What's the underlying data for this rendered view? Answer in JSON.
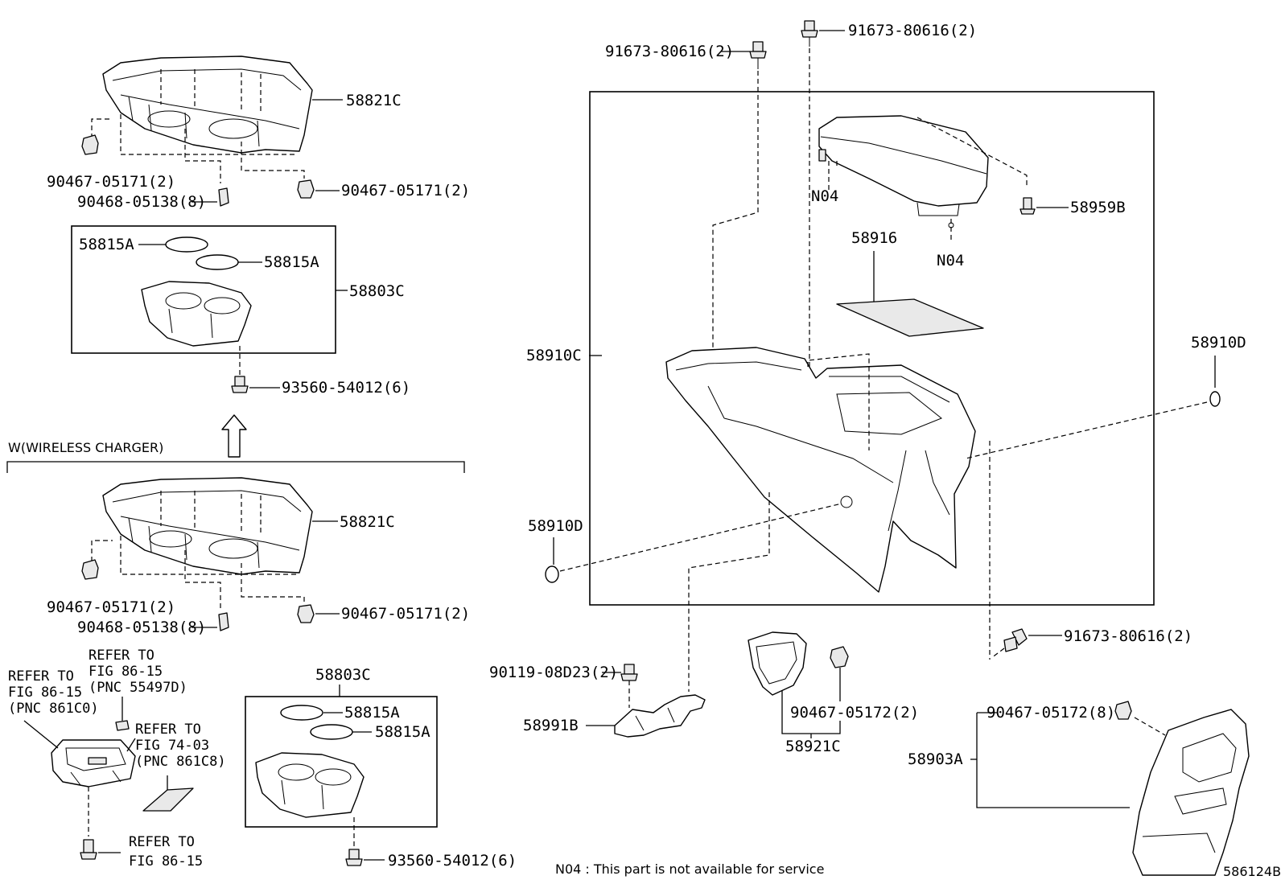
{
  "labels": {
    "p58821c_top": "58821C",
    "p90467_05171_tl": "90467-05171(2)",
    "p90468_05138_t": "90468-05138(8)",
    "p90467_05171_tr": "90467-05171(2)",
    "p58815a_t1": "58815A",
    "p58815a_t2": "58815A",
    "p58803c_top": "58803C",
    "p93560_t": "93560-54012(6)",
    "wireless_header": "W(WIRELESS CHARGER)",
    "p58821c_bot": "58821C",
    "p90467_05171_bl": "90467-05171(2)",
    "p90468_05138_b": "90468-05138(8)",
    "p90467_05171_br": "90467-05171(2)",
    "refer_a_1": "REFER TO",
    "refer_a_2": "FIG 86-15",
    "refer_a_3": "(PNC 55497D)",
    "refer_b_1": "REFER TO",
    "refer_b_2": "FIG 86-15",
    "refer_b_3": "(PNC 861C0)",
    "refer_c_1": "REFER TO",
    "refer_c_2": "FIG 74-03",
    "refer_c_3": "(PNC 861C8)",
    "refer_d_1": "REFER TO",
    "refer_d_2": "FIG 86-15",
    "p58803c_bot": "58803C",
    "p58815a_b1": "58815A",
    "p58815a_b2": "58815A",
    "p93560_b": "93560-54012(6)",
    "p91673_tl": "91673-80616(2)",
    "p91673_tr": "91673-80616(2)",
    "n04_a": "N04",
    "p58959b": "58959B",
    "n04_b": "N04",
    "p58916": "58916",
    "p58910c": "58910C",
    "p58910d_r": "58910D",
    "p58910d_l": "58910D",
    "p91673_br": "91673-80616(2)",
    "p90119": "90119-08D23(2)",
    "p58991b": "58991B",
    "p90467_05172_m": "90467-05172(2)",
    "p58921c": "58921C",
    "p90467_05172_r": "90467-05172(8)",
    "p58903a": "58903A",
    "footnote": "N04 : This part is not available for service",
    "fig_id": "586124B"
  }
}
